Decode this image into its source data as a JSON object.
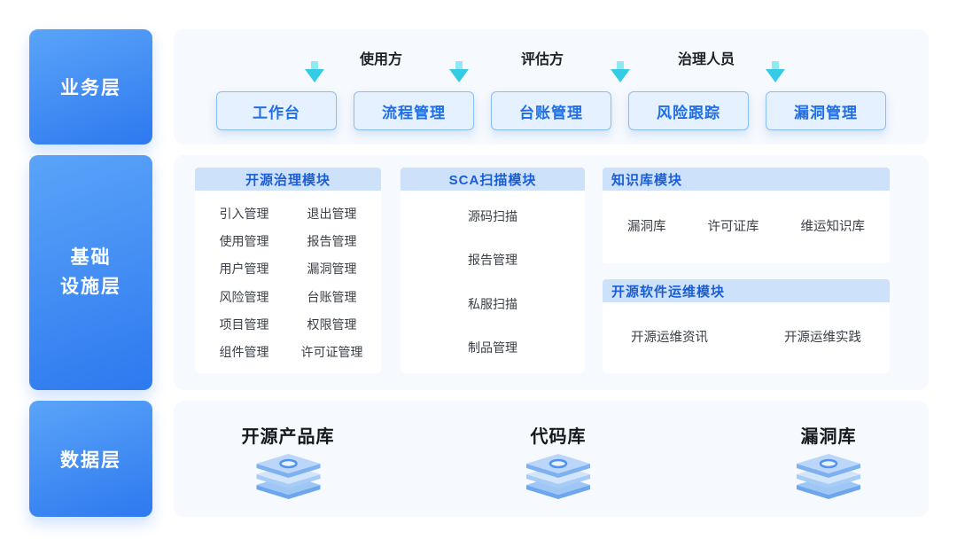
{
  "layers": {
    "business": "业务层",
    "infra_lines": [
      "基础",
      "设施层"
    ],
    "data": "数据层"
  },
  "business_panel": {
    "roles": [
      "使用方",
      "评估方",
      "治理人员"
    ],
    "buttons": [
      "工作台",
      "流程管理",
      "台账管理",
      "风险跟踪",
      "漏洞管理"
    ]
  },
  "infra_panel": {
    "governance": {
      "title": "开源治理模块",
      "col1": [
        "引入管理",
        "使用管理",
        "用户管理",
        "风险管理",
        "项目管理",
        "组件管理"
      ],
      "col2": [
        "退出管理",
        "报告管理",
        "漏洞管理",
        "台账管理",
        "权限管理",
        "许可证管理"
      ]
    },
    "sca": {
      "title": "SCA扫描模块",
      "items": [
        "源码扫描",
        "报告管理",
        "私服扫描",
        "制品管理"
      ]
    },
    "knowledge": {
      "title": "知识库模块",
      "items": [
        "漏洞库",
        "许可证库",
        "维运知识库"
      ]
    },
    "ops": {
      "title": "开源软件运维模块",
      "items": [
        "开源运维资讯",
        "开源运维实践"
      ]
    }
  },
  "data_panel": {
    "databases": [
      "开源产品库",
      "代码库",
      "漏洞库"
    ]
  },
  "colors": {
    "layer_gradient_start": "#5ba4f9",
    "layer_gradient_end": "#2d79ef",
    "panel_bg": "#f6f9fd",
    "button_bg": "#e5f1fe",
    "button_border": "#8abdf6",
    "button_text": "#1f6ee8",
    "module_header_bg": "#cde1fa",
    "module_header_text": "#1a5ed6",
    "arrow_cyan": "#35cbe4"
  }
}
